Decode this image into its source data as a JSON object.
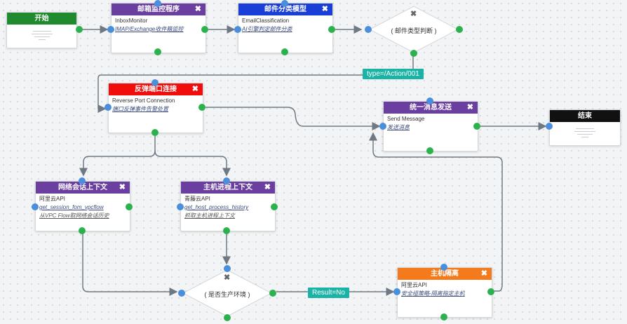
{
  "colors": {
    "green": "#1f8a2e",
    "purple": "#6b3fa0",
    "blue": "#1a3fd6",
    "red": "#f20d0d",
    "orange": "#f57a1c",
    "black": "#111111",
    "teal": "#1bb3a6",
    "port_in": "#4a8fdc",
    "port_out": "#2bb24c",
    "wire": "#6f7983"
  },
  "nodes": {
    "start": {
      "title": "开始"
    },
    "inbox": {
      "title": "邮箱监控程序",
      "line1": "InboxMonitor",
      "line2": "IMAP/Exchange收件箱监控"
    },
    "classify": {
      "title": "邮件分类模型",
      "line1": "EmailClassification",
      "line2": "AI引擎判定邮件分类"
    },
    "decision_type": {
      "label": "( 邮件类型判断 )"
    },
    "reverse": {
      "title": "反弹端口连接",
      "line1": "Reverse Port Connection",
      "line2": "端口反弹事件告警处置"
    },
    "send": {
      "title": "统一消息发送",
      "line1": "Send Message",
      "line2": "发送消息"
    },
    "end": {
      "title": "结束"
    },
    "netctx": {
      "title": "网络会话上下文",
      "line1": "阿里云API",
      "line2": "get_session_fom_vpcflow",
      "line3": "从VPC Flow取网络会话历史"
    },
    "procctx": {
      "title": "主机进程上下文",
      "line1": "青藤云API",
      "line2": "get_host_process_history",
      "line3": "抓取主机进程上下文"
    },
    "decision_prod": {
      "label": "( 是否生产环境 )"
    },
    "isolate": {
      "title": "主机隔离",
      "line1": "阿里云API",
      "line2": "安全组策略-隔离指定主机"
    }
  },
  "edge_labels": {
    "type_action": "type=/Action/001",
    "result_no": "Result=No"
  }
}
